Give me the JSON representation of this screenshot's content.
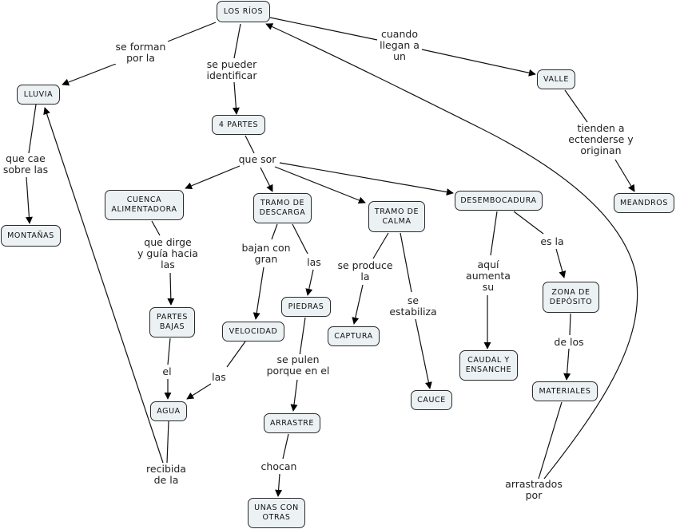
{
  "diagram": {
    "type": "concept-map",
    "colors": {
      "node_fill": "#ecf2f4",
      "node_border": "#2a2a2a",
      "line": "#111111",
      "text": "#222222"
    },
    "nodes": [
      {
        "id": "rios",
        "label": "LOS RÍOS"
      },
      {
        "id": "lluvia",
        "label": "LLUVIA"
      },
      {
        "id": "montanas",
        "label": "MONTAÑAS"
      },
      {
        "id": "cuatro",
        "label": "4 PARTES"
      },
      {
        "id": "valle",
        "label": "VALLE"
      },
      {
        "id": "meandros",
        "label": "MEANDROS"
      },
      {
        "id": "cuenca",
        "label": "CUENCA\nALIMENTADORA"
      },
      {
        "id": "descarga",
        "label": "TRAMO DE\nDESCARGA"
      },
      {
        "id": "calma",
        "label": "TRAMO DE\nCALMA"
      },
      {
        "id": "desemb",
        "label": "DESEMBOCADURA"
      },
      {
        "id": "partes",
        "label": "PARTES\nBAJAS"
      },
      {
        "id": "velocidad",
        "label": "VELOCIDAD"
      },
      {
        "id": "piedras",
        "label": "PIEDRAS"
      },
      {
        "id": "captura",
        "label": "CAPTURA"
      },
      {
        "id": "cauce",
        "label": "CAUCE"
      },
      {
        "id": "caudal",
        "label": "CAUDAL Y\nENSANCHE"
      },
      {
        "id": "zona",
        "label": "ZONA DE\nDEPÓSITO"
      },
      {
        "id": "materiales",
        "label": "MATERIALES"
      },
      {
        "id": "agua",
        "label": "AGUA"
      },
      {
        "id": "arrastre",
        "label": "ARRASTRE"
      },
      {
        "id": "unas",
        "label": "UNAS CON\nOTRAS"
      }
    ],
    "links": [
      {
        "id": "se-forman",
        "label": "se forman\npor la",
        "from": "rios",
        "to": "lluvia"
      },
      {
        "id": "se-pueden",
        "label": "se pueder\nidentificar",
        "from": "rios",
        "to": "cuatro"
      },
      {
        "id": "cuando",
        "label": "cuando\nllegan a\nun",
        "from": "rios",
        "to": "valle"
      },
      {
        "id": "tienden",
        "label": "tienden a\nectenderse y\noriginan",
        "from": "valle",
        "to": "meandros"
      },
      {
        "id": "que-cae",
        "label": "que cae\nsobre las",
        "from": "lluvia",
        "to": "montanas"
      },
      {
        "id": "que-son",
        "label": "que sor",
        "from": "cuatro",
        "to": [
          "cuenca",
          "descarga",
          "calma",
          "desemb"
        ]
      },
      {
        "id": "que-dirge",
        "label": "que dirge\ny guía hacia\nlas",
        "from": "cuenca",
        "to": "partes"
      },
      {
        "id": "bajan",
        "label": "bajan con\ngran",
        "from": "descarga",
        "to": "velocidad"
      },
      {
        "id": "las1",
        "label": "las",
        "from": "descarga",
        "to": "piedras"
      },
      {
        "id": "se-produce",
        "label": "se produce\nla",
        "from": "calma",
        "to": "captura"
      },
      {
        "id": "se-estabiliza",
        "label": "se\nestabiliza",
        "from": "calma",
        "to": "cauce"
      },
      {
        "id": "aqui",
        "label": "aquí\naumenta\nsu",
        "from": "desemb",
        "to": "caudal"
      },
      {
        "id": "es-la",
        "label": "es la",
        "from": "desemb",
        "to": "zona"
      },
      {
        "id": "de-los",
        "label": "de los",
        "from": "zona",
        "to": "materiales"
      },
      {
        "id": "el",
        "label": "el",
        "from": "partes",
        "to": "agua"
      },
      {
        "id": "las2",
        "label": "las",
        "from": "velocidad",
        "to": "agua"
      },
      {
        "id": "se-pulen",
        "label": "se pulen\nporque en el",
        "from": "piedras",
        "to": "arrastre"
      },
      {
        "id": "chocan",
        "label": "chocan",
        "from": "arrastre",
        "to": "unas"
      },
      {
        "id": "recibida",
        "label": "recibida\nde la",
        "from": "agua",
        "to": "lluvia"
      },
      {
        "id": "arrastrados",
        "label": "arrastrados\npor",
        "from": "materiales",
        "to": "rios"
      }
    ]
  }
}
